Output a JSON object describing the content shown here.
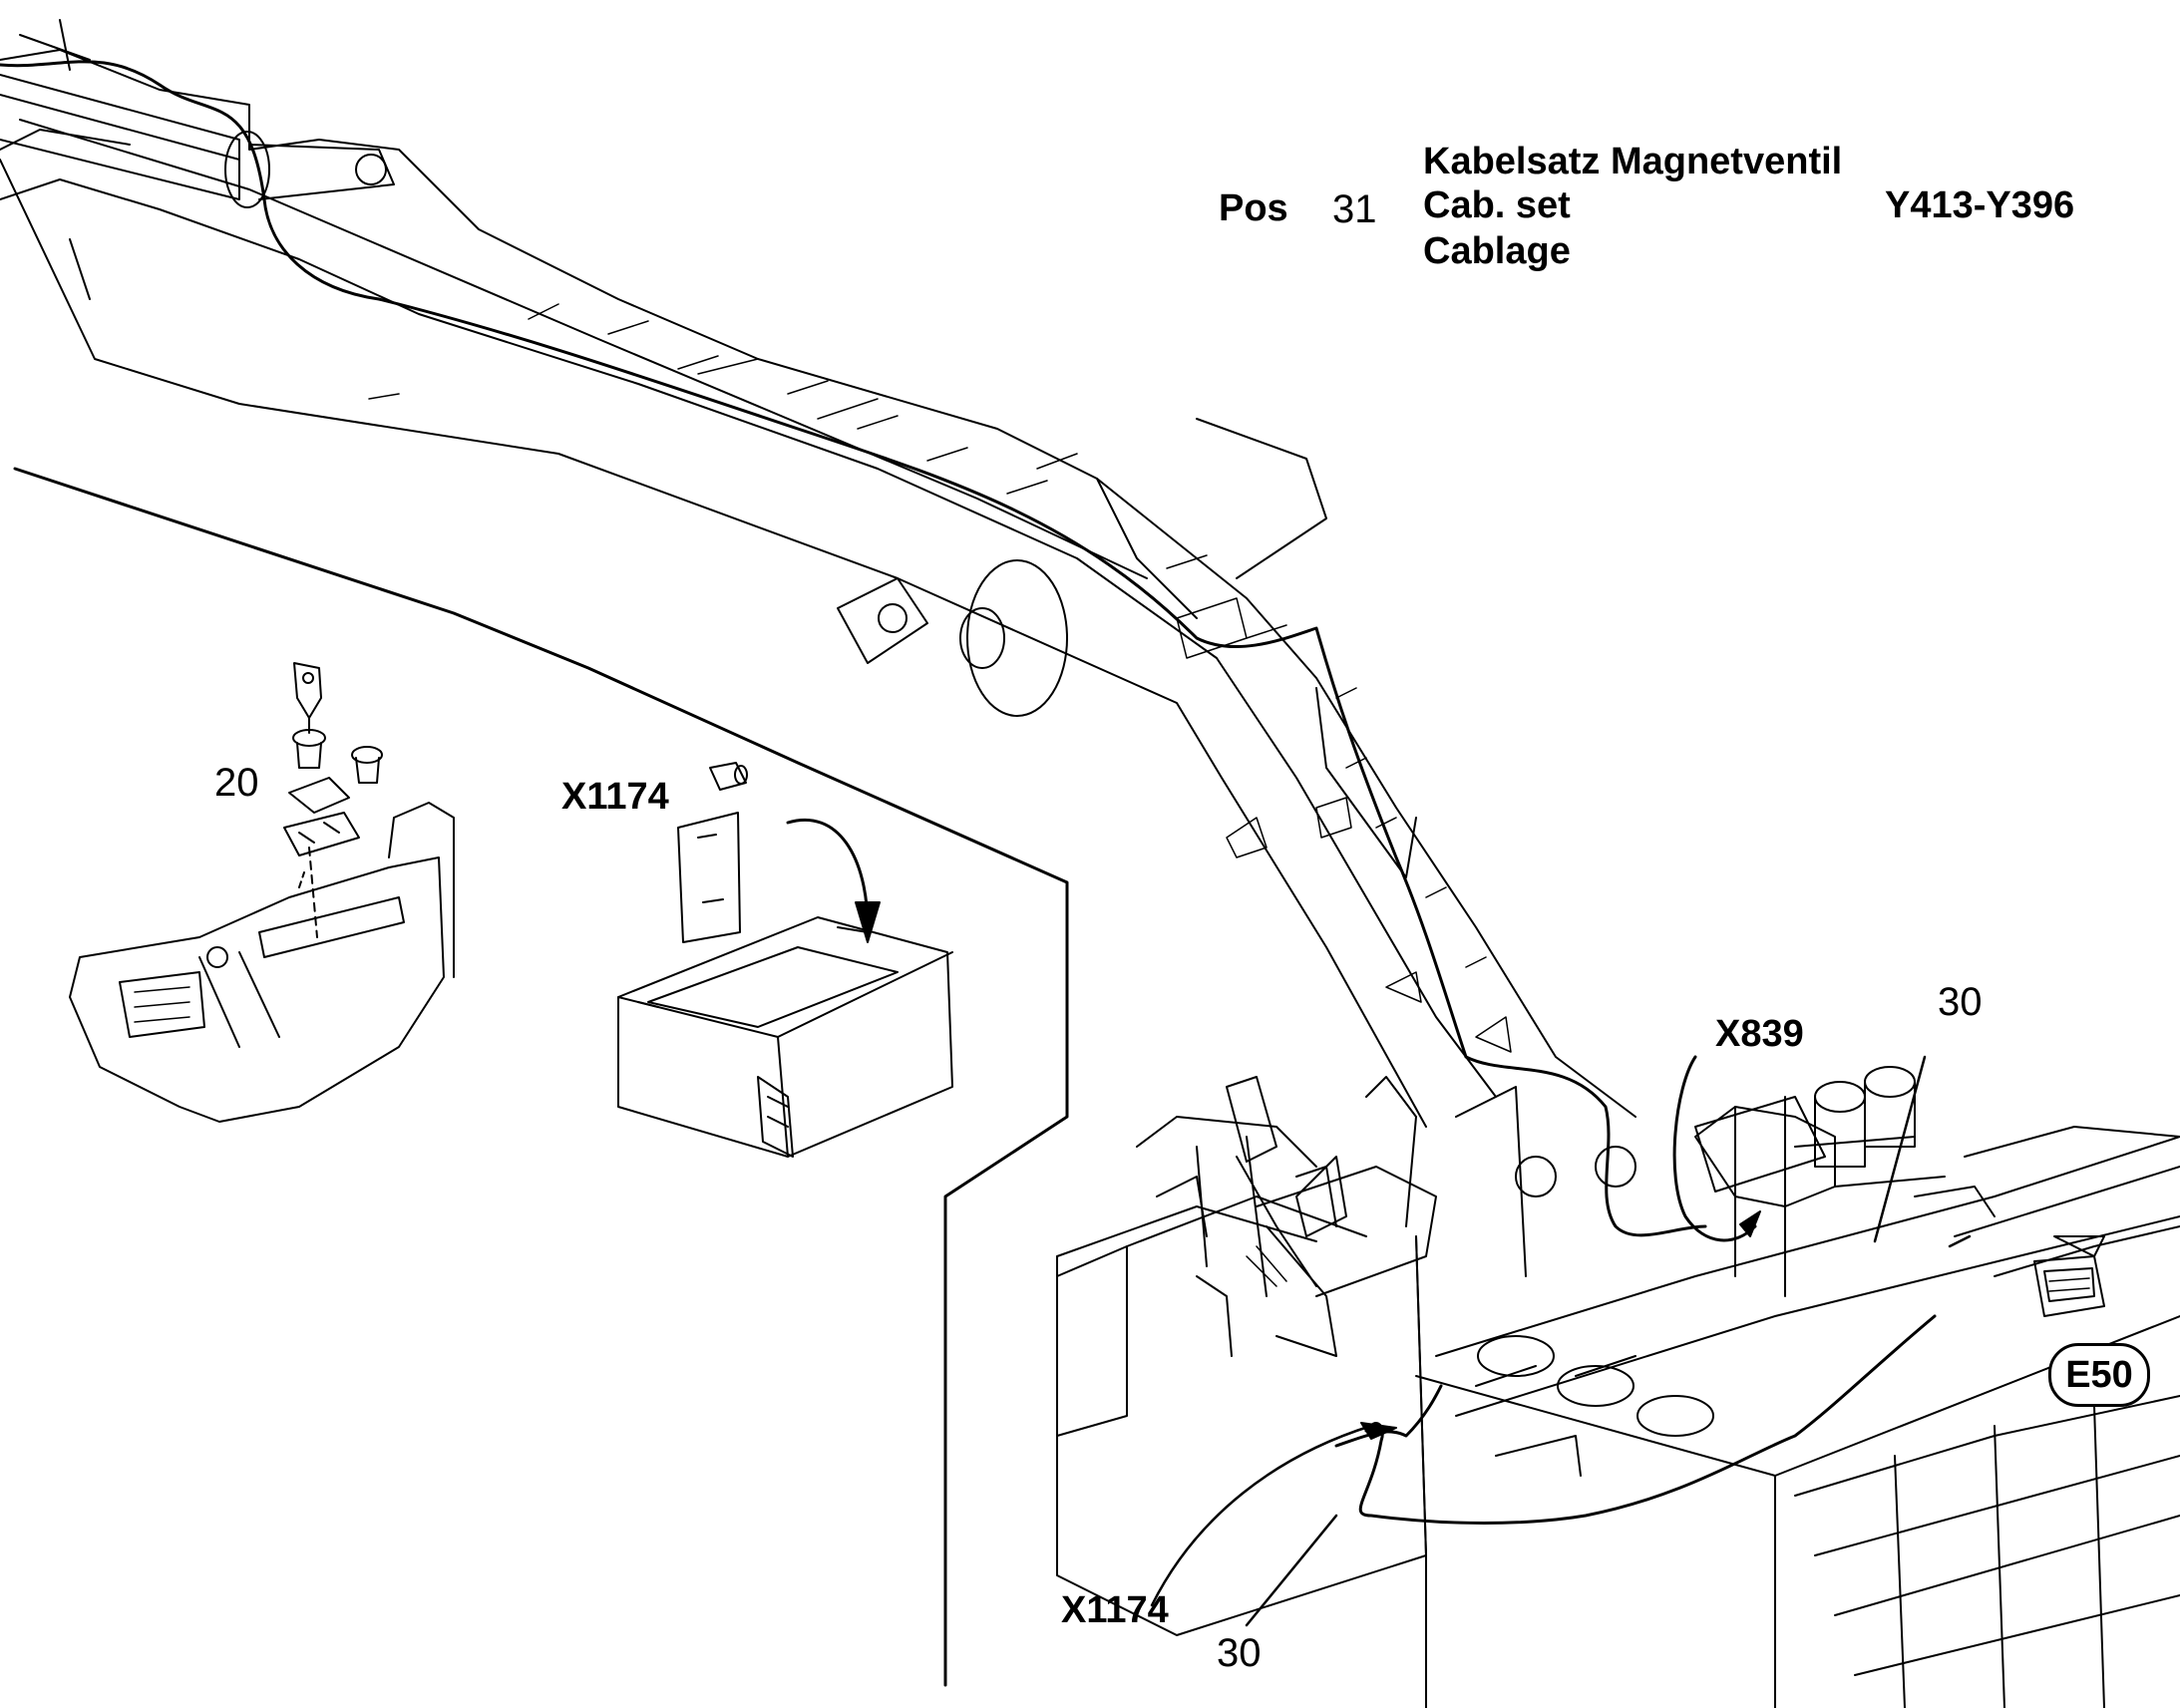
{
  "title_block": {
    "pos_label": "Pos",
    "pos_number": "31",
    "name_de": "Kabelsatz Magnetventil",
    "name_en": "Cab. set",
    "name_fr": "Cablage",
    "range": "Y413-Y396"
  },
  "callouts": {
    "item_20": "20",
    "x1174_upper": "X1174",
    "x839": "X839",
    "item_30_upper": "30",
    "e50": "E50",
    "x1174_lower": "X1174",
    "item_30_lower": "30"
  },
  "colors": {
    "line": "#000000",
    "background": "#ffffff"
  }
}
